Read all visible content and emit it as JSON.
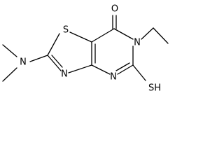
{
  "molecule": {
    "atom_labels": {
      "sulfur_ring": "S",
      "nitrogen_dimethyl": "N",
      "nitrogen_ethyl": "N",
      "nitrogen_pyrimidine": "N",
      "nitrogen_thiazole": "N",
      "oxygen_carbonyl": "O",
      "thiol_group": "SH"
    },
    "colors": {
      "bond": "#000000",
      "text": "#000000",
      "background": "#ffffff"
    }
  }
}
